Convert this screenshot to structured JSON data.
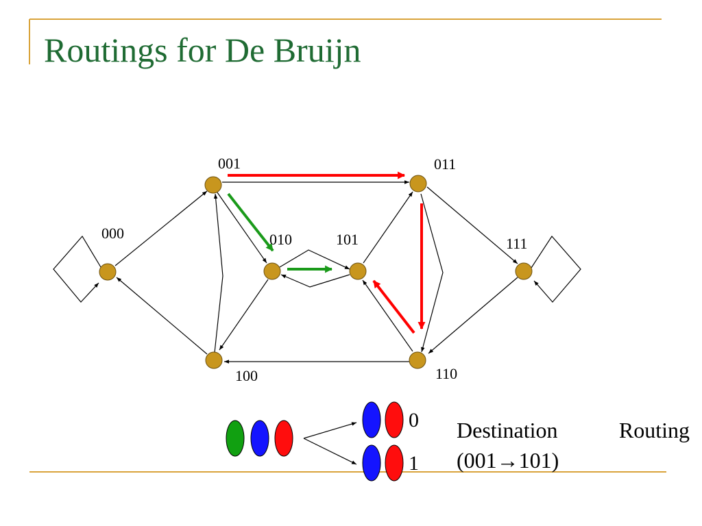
{
  "slide": {
    "title": "Routings for De Bruijn"
  },
  "nodes": [
    {
      "id": "n000",
      "label": "000"
    },
    {
      "id": "n001",
      "label": "001"
    },
    {
      "id": "n010",
      "label": "010"
    },
    {
      "id": "n011",
      "label": "011"
    },
    {
      "id": "n100",
      "label": "100"
    },
    {
      "id": "n101",
      "label": "101"
    },
    {
      "id": "n110",
      "label": "110"
    },
    {
      "id": "n111",
      "label": "111"
    }
  ],
  "edges": [
    {
      "from": "000",
      "to": "000"
    },
    {
      "from": "000",
      "to": "001"
    },
    {
      "from": "001",
      "to": "010"
    },
    {
      "from": "001",
      "to": "011"
    },
    {
      "from": "010",
      "to": "100"
    },
    {
      "from": "010",
      "to": "101"
    },
    {
      "from": "011",
      "to": "110"
    },
    {
      "from": "011",
      "to": "111"
    },
    {
      "from": "100",
      "to": "000"
    },
    {
      "from": "100",
      "to": "001"
    },
    {
      "from": "101",
      "to": "010"
    },
    {
      "from": "101",
      "to": "011"
    },
    {
      "from": "110",
      "to": "100"
    },
    {
      "from": "110",
      "to": "101"
    },
    {
      "from": "111",
      "to": "110"
    },
    {
      "from": "111",
      "to": "111"
    }
  ],
  "routing_paths": {
    "green": [
      "001",
      "010",
      "101"
    ],
    "red": [
      "001",
      "011",
      "110",
      "101"
    ]
  },
  "legend": {
    "source_ovals": [
      "green",
      "blue",
      "red"
    ],
    "branch_0": {
      "bit": "0",
      "ovals": [
        "blue",
        "red"
      ]
    },
    "branch_1": {
      "bit": "1",
      "ovals": [
        "blue",
        "red"
      ]
    }
  },
  "caption": {
    "word1": "Destination",
    "word2": "Routing",
    "line2": "(001→101)"
  },
  "colors": {
    "title": "#1f6b33",
    "accent_line": "#d9a33a",
    "node_fill": "#c8961e",
    "green_path": "#1a9a1a",
    "red_path": "#ff0000",
    "oval_green": "#11a011",
    "oval_blue": "#1414ff",
    "oval_red": "#ff0d0d"
  }
}
